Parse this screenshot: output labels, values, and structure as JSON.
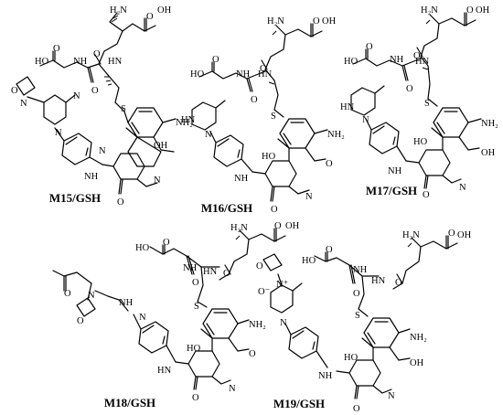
{
  "figure": {
    "molecules": [
      {
        "id": "m15",
        "label": "M15/GSH"
      },
      {
        "id": "m16",
        "label": "M16/GSH"
      },
      {
        "id": "m17",
        "label": "M17/GSH"
      },
      {
        "id": "m18",
        "label": "M18/GSH"
      },
      {
        "id": "m19",
        "label": "M19/GSH"
      }
    ],
    "atoms": {
      "nh2": "NH₂",
      "oh": "OH",
      "o": "O",
      "n": "N",
      "nh": "NH",
      "hn": "HN",
      "h2n": "H₂N",
      "ho": "HO",
      "s": "S",
      "n_ox": "N⁺",
      "o_ox": "O⁻"
    }
  }
}
